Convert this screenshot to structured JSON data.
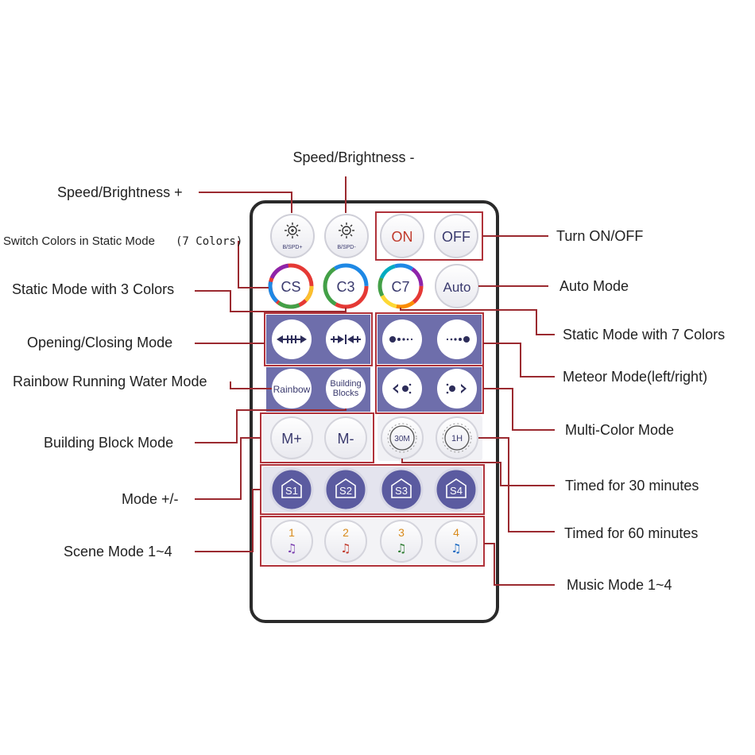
{
  "labels": {
    "speed_brightness_minus": "Speed/Brightness -",
    "speed_brightness_plus": "Speed/Brightness +",
    "switch_colors_static": "Switch Colors in Static Mode",
    "switch_colors_static_suffix": "(7 Colors)",
    "static_3_colors": "Static Mode with 3 Colors",
    "opening_closing": "Opening/Closing Mode",
    "rainbow_running_water": "Rainbow Running Water Mode",
    "building_block_mode": "Building Block Mode",
    "mode_plus_minus": "Mode +/-",
    "scene_mode": "Scene Mode 1~4",
    "turn_on_off": "Turn ON/OFF",
    "auto_mode": "Auto Mode",
    "static_7_colors": "Static Mode with 7 Colors",
    "meteor_mode": "Meteor Mode(left/right)",
    "multi_color_mode": "Multi-Color Mode",
    "timed_30": "Timed for 30 minutes",
    "timed_60": "Timed for 60 minutes",
    "music_mode": "Music Mode 1~4"
  },
  "buttons": {
    "b_spd_plus_sub": "B/SPD+",
    "b_spd_minus_sub": "B/SPD-",
    "on": "ON",
    "off": "OFF",
    "cs": "CS",
    "c3": "C3",
    "c7": "C7",
    "auto": "Auto",
    "rainbow": "Rainbow",
    "building_line1": "Building",
    "building_line2": "Blocks",
    "m_plus": "M+",
    "m_minus": "M-",
    "t30": "30M",
    "t1h": "1H",
    "s1": "S1",
    "s2": "S2",
    "s3": "S3",
    "s4": "S4",
    "music1": "1",
    "music2": "2",
    "music3": "3",
    "music4": "4"
  },
  "colors": {
    "accent_red": "#b0323a",
    "panel_purple": "#6a6aa8",
    "scene_purple": "#5a5a9e",
    "music_number": "#d98a1a"
  }
}
